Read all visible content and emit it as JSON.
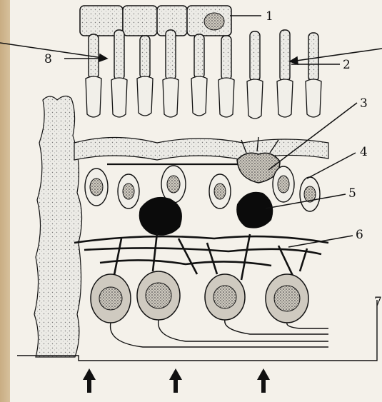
{
  "labels": {
    "l1": "1",
    "l2": "2",
    "l3": "3",
    "l4": "4",
    "l5": "5",
    "l6": "6",
    "l7": "7",
    "l8": "8"
  },
  "colors": {
    "ink": "#111111",
    "stipple_fill": "#e4e2dc",
    "cell_fill": "#cfcac0",
    "dark_cell": "#0b0b0b",
    "border": "#cdb089",
    "paper": "#f4f1ea"
  },
  "icons": [
    "up-arrow-icon",
    "up-arrow-icon",
    "up-arrow-icon"
  ]
}
